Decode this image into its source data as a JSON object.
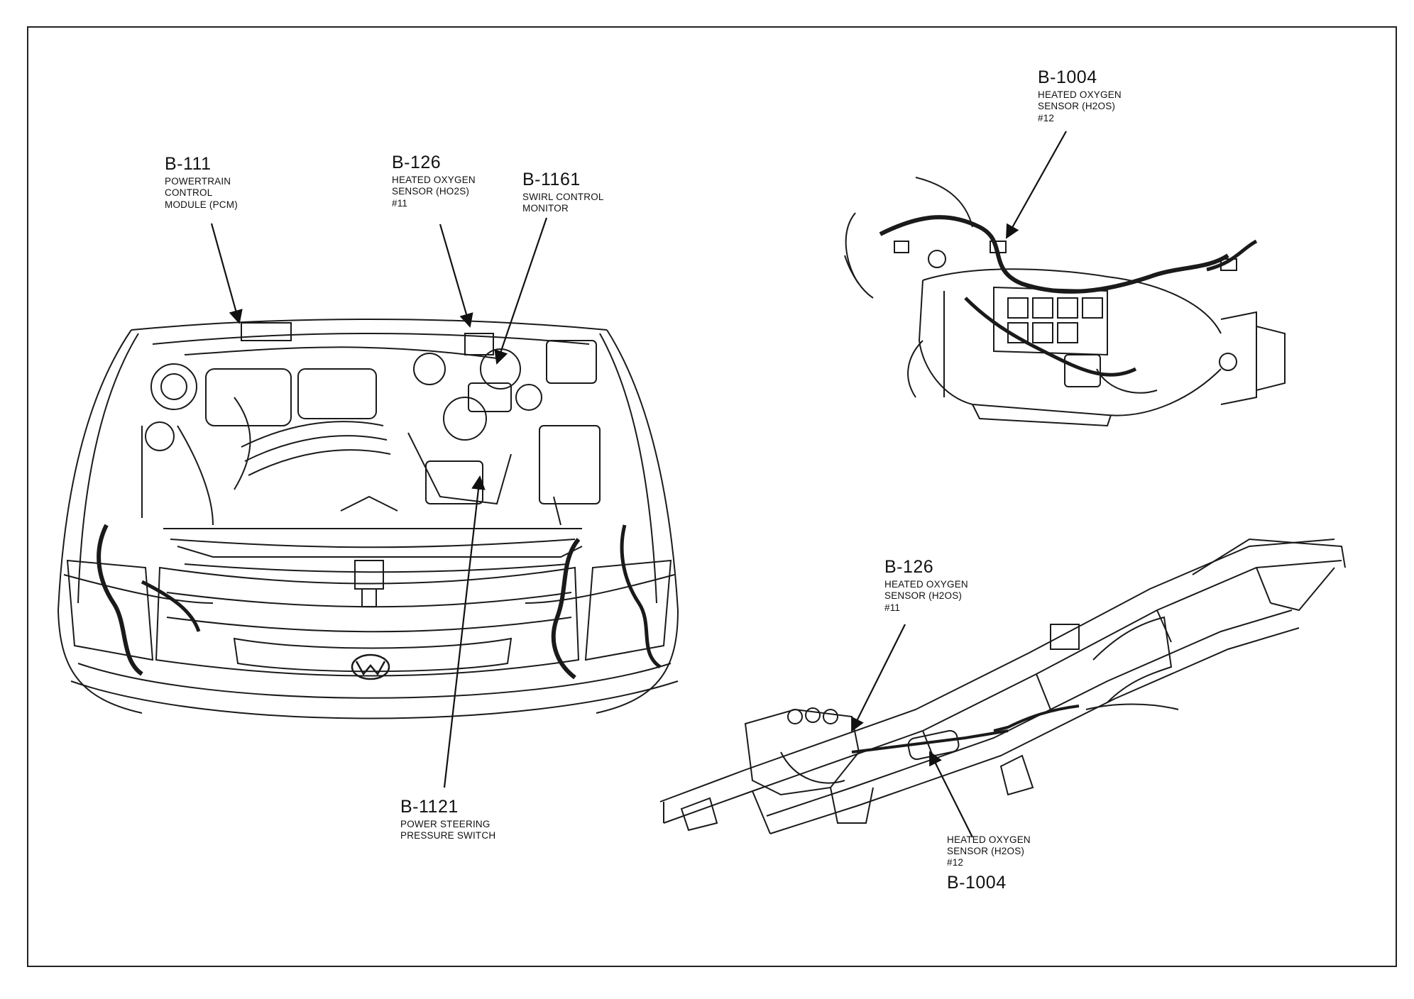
{
  "labels": {
    "b111": {
      "code": "B-111",
      "desc": [
        "POWERTRAIN",
        "CONTROL",
        "MODULE (PCM)"
      ]
    },
    "b126": {
      "code": "B-126",
      "desc": [
        "HEATED OXYGEN",
        "SENSOR (HO2S)",
        "#11"
      ]
    },
    "b1161": {
      "code": "B-1161",
      "desc": [
        "SWIRL CONTROL",
        "MONITOR"
      ]
    },
    "b1121": {
      "code": "B-1121",
      "desc": [
        "POWER STEERING",
        "PRESSURE SWITCH"
      ]
    },
    "b1004_top": {
      "code": "B-1004",
      "desc": [
        "HEATED OXYGEN",
        "SENSOR (H2OS)",
        "#12"
      ]
    },
    "b126_frame": {
      "code": "B-126",
      "desc": [
        "HEATED OXYGEN",
        "SENSOR (H2OS)",
        "#11"
      ]
    },
    "b1004_frame": {
      "code": "B-1004",
      "desc": [
        "HEATED OXYGEN",
        "SENSOR (H2OS)",
        "#12"
      ]
    }
  },
  "icons": {
    "engine": "engine-bay-illustration",
    "transmission": "transmission-illustration",
    "chassis": "chassis-frame-illustration",
    "logo": "mazda-logo-icon"
  }
}
